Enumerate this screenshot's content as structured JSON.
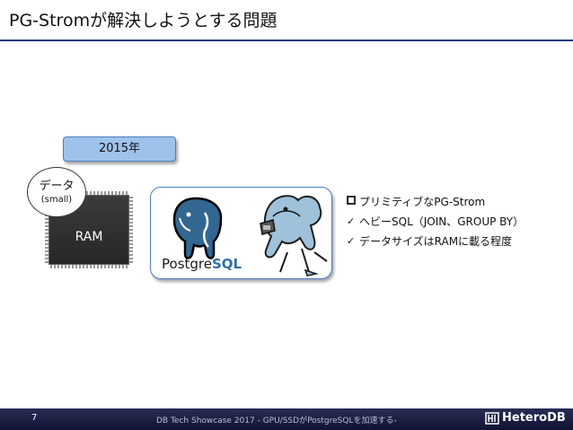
{
  "header": {
    "title": "PG-Stromが解決しようとする問題"
  },
  "year_label": "2015年",
  "data_bubble": {
    "label": "データ",
    "sublabel": "(small)"
  },
  "ram_chip": {
    "label": "RAM"
  },
  "postgres_logo": {
    "text_prefix": "Postgre",
    "text_suffix": "SQL",
    "icon": "elephant-icon",
    "mascot_icon": "pg-strom-mascot-icon"
  },
  "bullets": [
    {
      "marker": "checkbox-icon",
      "text": "プリミティブなPG-Strom"
    },
    {
      "marker": "checkmark-icon",
      "text": "ヘビーSQL（JOIN、GROUP BY）"
    },
    {
      "marker": "checkmark-icon",
      "text": "データサイズはRAMに載る程度"
    }
  ],
  "footer": {
    "page_number": "7",
    "text": "DB Tech Showcase 2017 - GPU/SSDがPostgreSQLを加速する-",
    "brand": "HeteroDB"
  },
  "colors": {
    "title_rule": "#1f3a7a",
    "year_box": "#9ec3ea",
    "footer_bg": "#101232",
    "sql_blue": "#2f6ea7"
  }
}
